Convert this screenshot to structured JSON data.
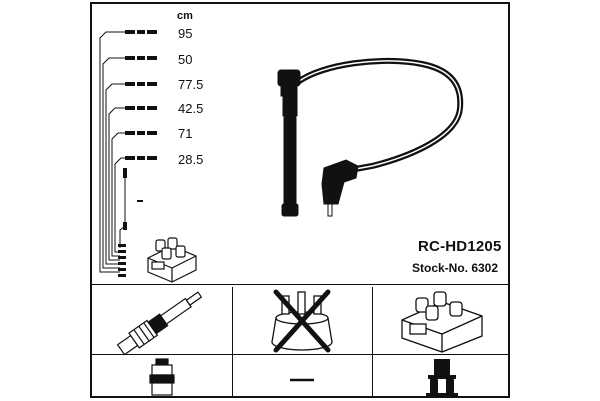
{
  "lengths_header": "cm",
  "lengths": [
    "95",
    "50",
    "77.5",
    "42.5",
    "71",
    "28.5"
  ],
  "model": "RC-HD1205",
  "stock_number": "Stock-No. 6302",
  "compat_row_1": [
    "spark-plug",
    "distributor-cap-crossed",
    "ignition-coil-pack"
  ],
  "compat_row_2": [
    "plug-terminal",
    "dash-none",
    "coil-terminal"
  ],
  "colors": {
    "ink": "#111111",
    "background": "#ffffff"
  }
}
